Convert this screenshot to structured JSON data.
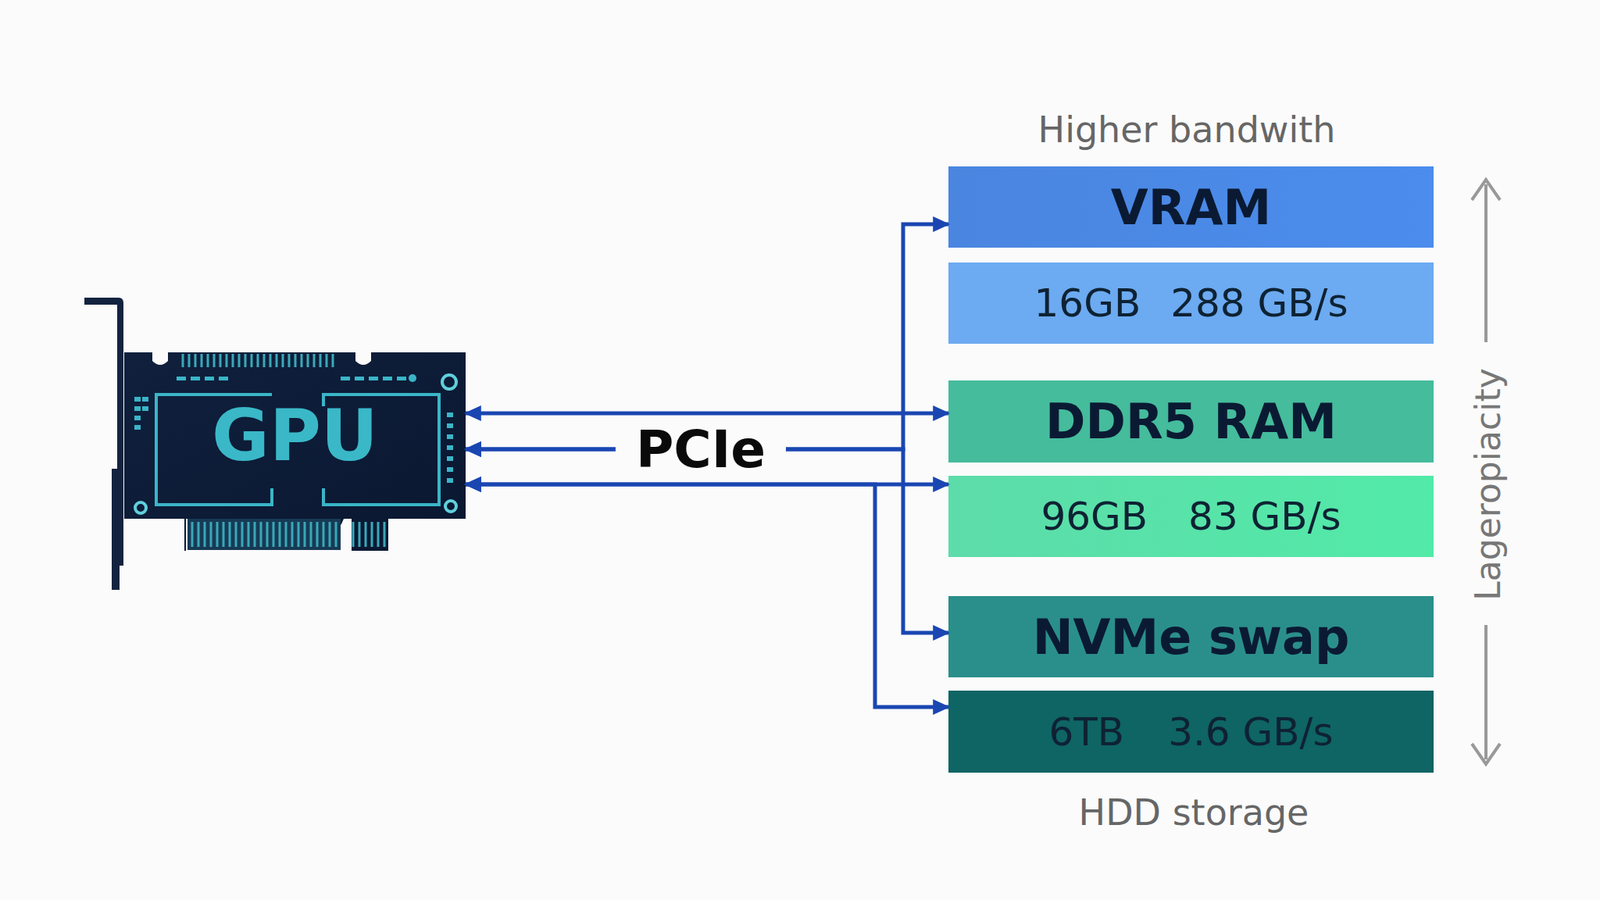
{
  "diagram": {
    "nodes": [
      {
        "text": [
          "GPU"
        ]
      },
      {
        "text": [
          "VRAM"
        ]
      },
      {
        "text": [
          "16GB",
          "288 GB/s"
        ]
      },
      {
        "text": [
          "DDR5 RAM"
        ]
      },
      {
        "text": [
          "96GB",
          "83 GB/s"
        ]
      },
      {
        "text": [
          "NVMe swap"
        ]
      },
      {
        "text": [
          "6TB",
          "3.6 GB/s"
        ]
      }
    ],
    "edges": [
      {
        "from": 0,
        "to": 3,
        "arrow": "both"
      },
      {
        "from": 0,
        "to": 1,
        "label": "PCIe",
        "arrow": "both"
      },
      {
        "from": 0,
        "to": 5,
        "arrow": "both"
      },
      {
        "from": 0,
        "to": 4,
        "arrow": "both"
      },
      {
        "from": 0,
        "to": 6,
        "arrow": "both"
      }
    ],
    "labels": [
      "Higher bandwith",
      "Lageropiacity",
      "HDD storage"
    ]
  }
}
